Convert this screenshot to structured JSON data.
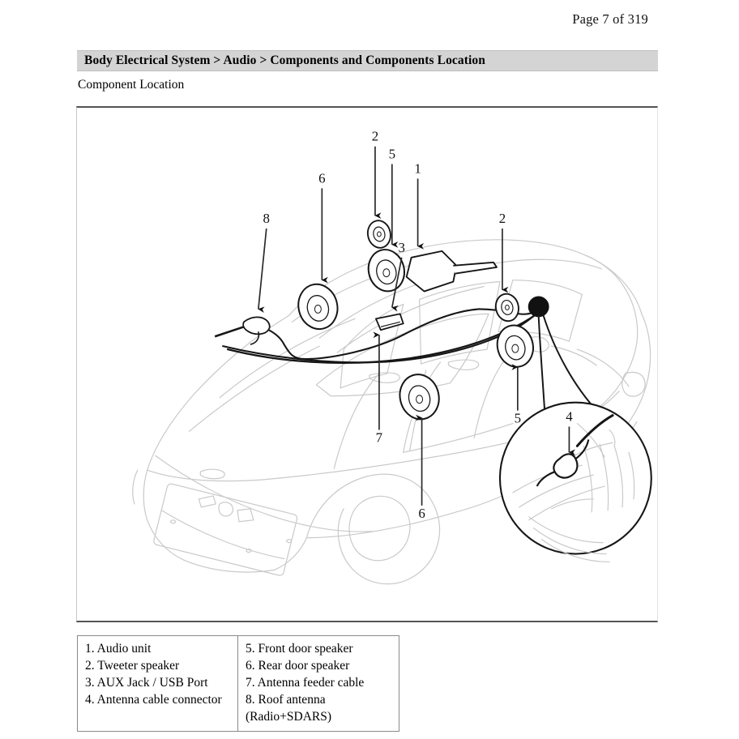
{
  "page": {
    "header_label": "Page 7 of 319"
  },
  "breadcrumb": {
    "text": "Body Electrical System > Audio > Components and Components Location"
  },
  "section": {
    "subtitle": "Component Location"
  },
  "figure": {
    "callouts": [
      {
        "id": "callout-2-tweeter",
        "label": "2"
      },
      {
        "id": "callout-5-front-door-speaker-top",
        "label": "5"
      },
      {
        "id": "callout-1-audio-unit",
        "label": "1"
      },
      {
        "id": "callout-6-rear-door-speaker-top",
        "label": "6"
      },
      {
        "id": "callout-8-roof-antenna",
        "label": "8"
      },
      {
        "id": "callout-3-aux-usb",
        "label": "3"
      },
      {
        "id": "callout-2-tweeter-right",
        "label": "2"
      },
      {
        "id": "callout-7-antenna-feeder-cable",
        "label": "7"
      },
      {
        "id": "callout-6-rear-door-speaker",
        "label": "6"
      },
      {
        "id": "callout-5-front-door-speaker",
        "label": "5"
      },
      {
        "id": "callout-4-antenna-cable-connector",
        "label": "4"
      }
    ]
  },
  "legend": {
    "left_column": [
      "1. Audio unit",
      "2. Tweeter speaker",
      "3. AUX Jack / USB Port",
      "4. Antenna cable connector"
    ],
    "right_column": [
      "5. Front door speaker",
      "6. Rear door speaker",
      "7. Antenna feeder cable",
      "8. Roof antenna",
      "(Radio+SDARS)"
    ]
  },
  "colors": {
    "header_bar": "#d4d4d4",
    "frame_border": "#555555",
    "car_outline": "#c9c9c9",
    "component_line": "#1a1a1a",
    "text": "#000000"
  }
}
